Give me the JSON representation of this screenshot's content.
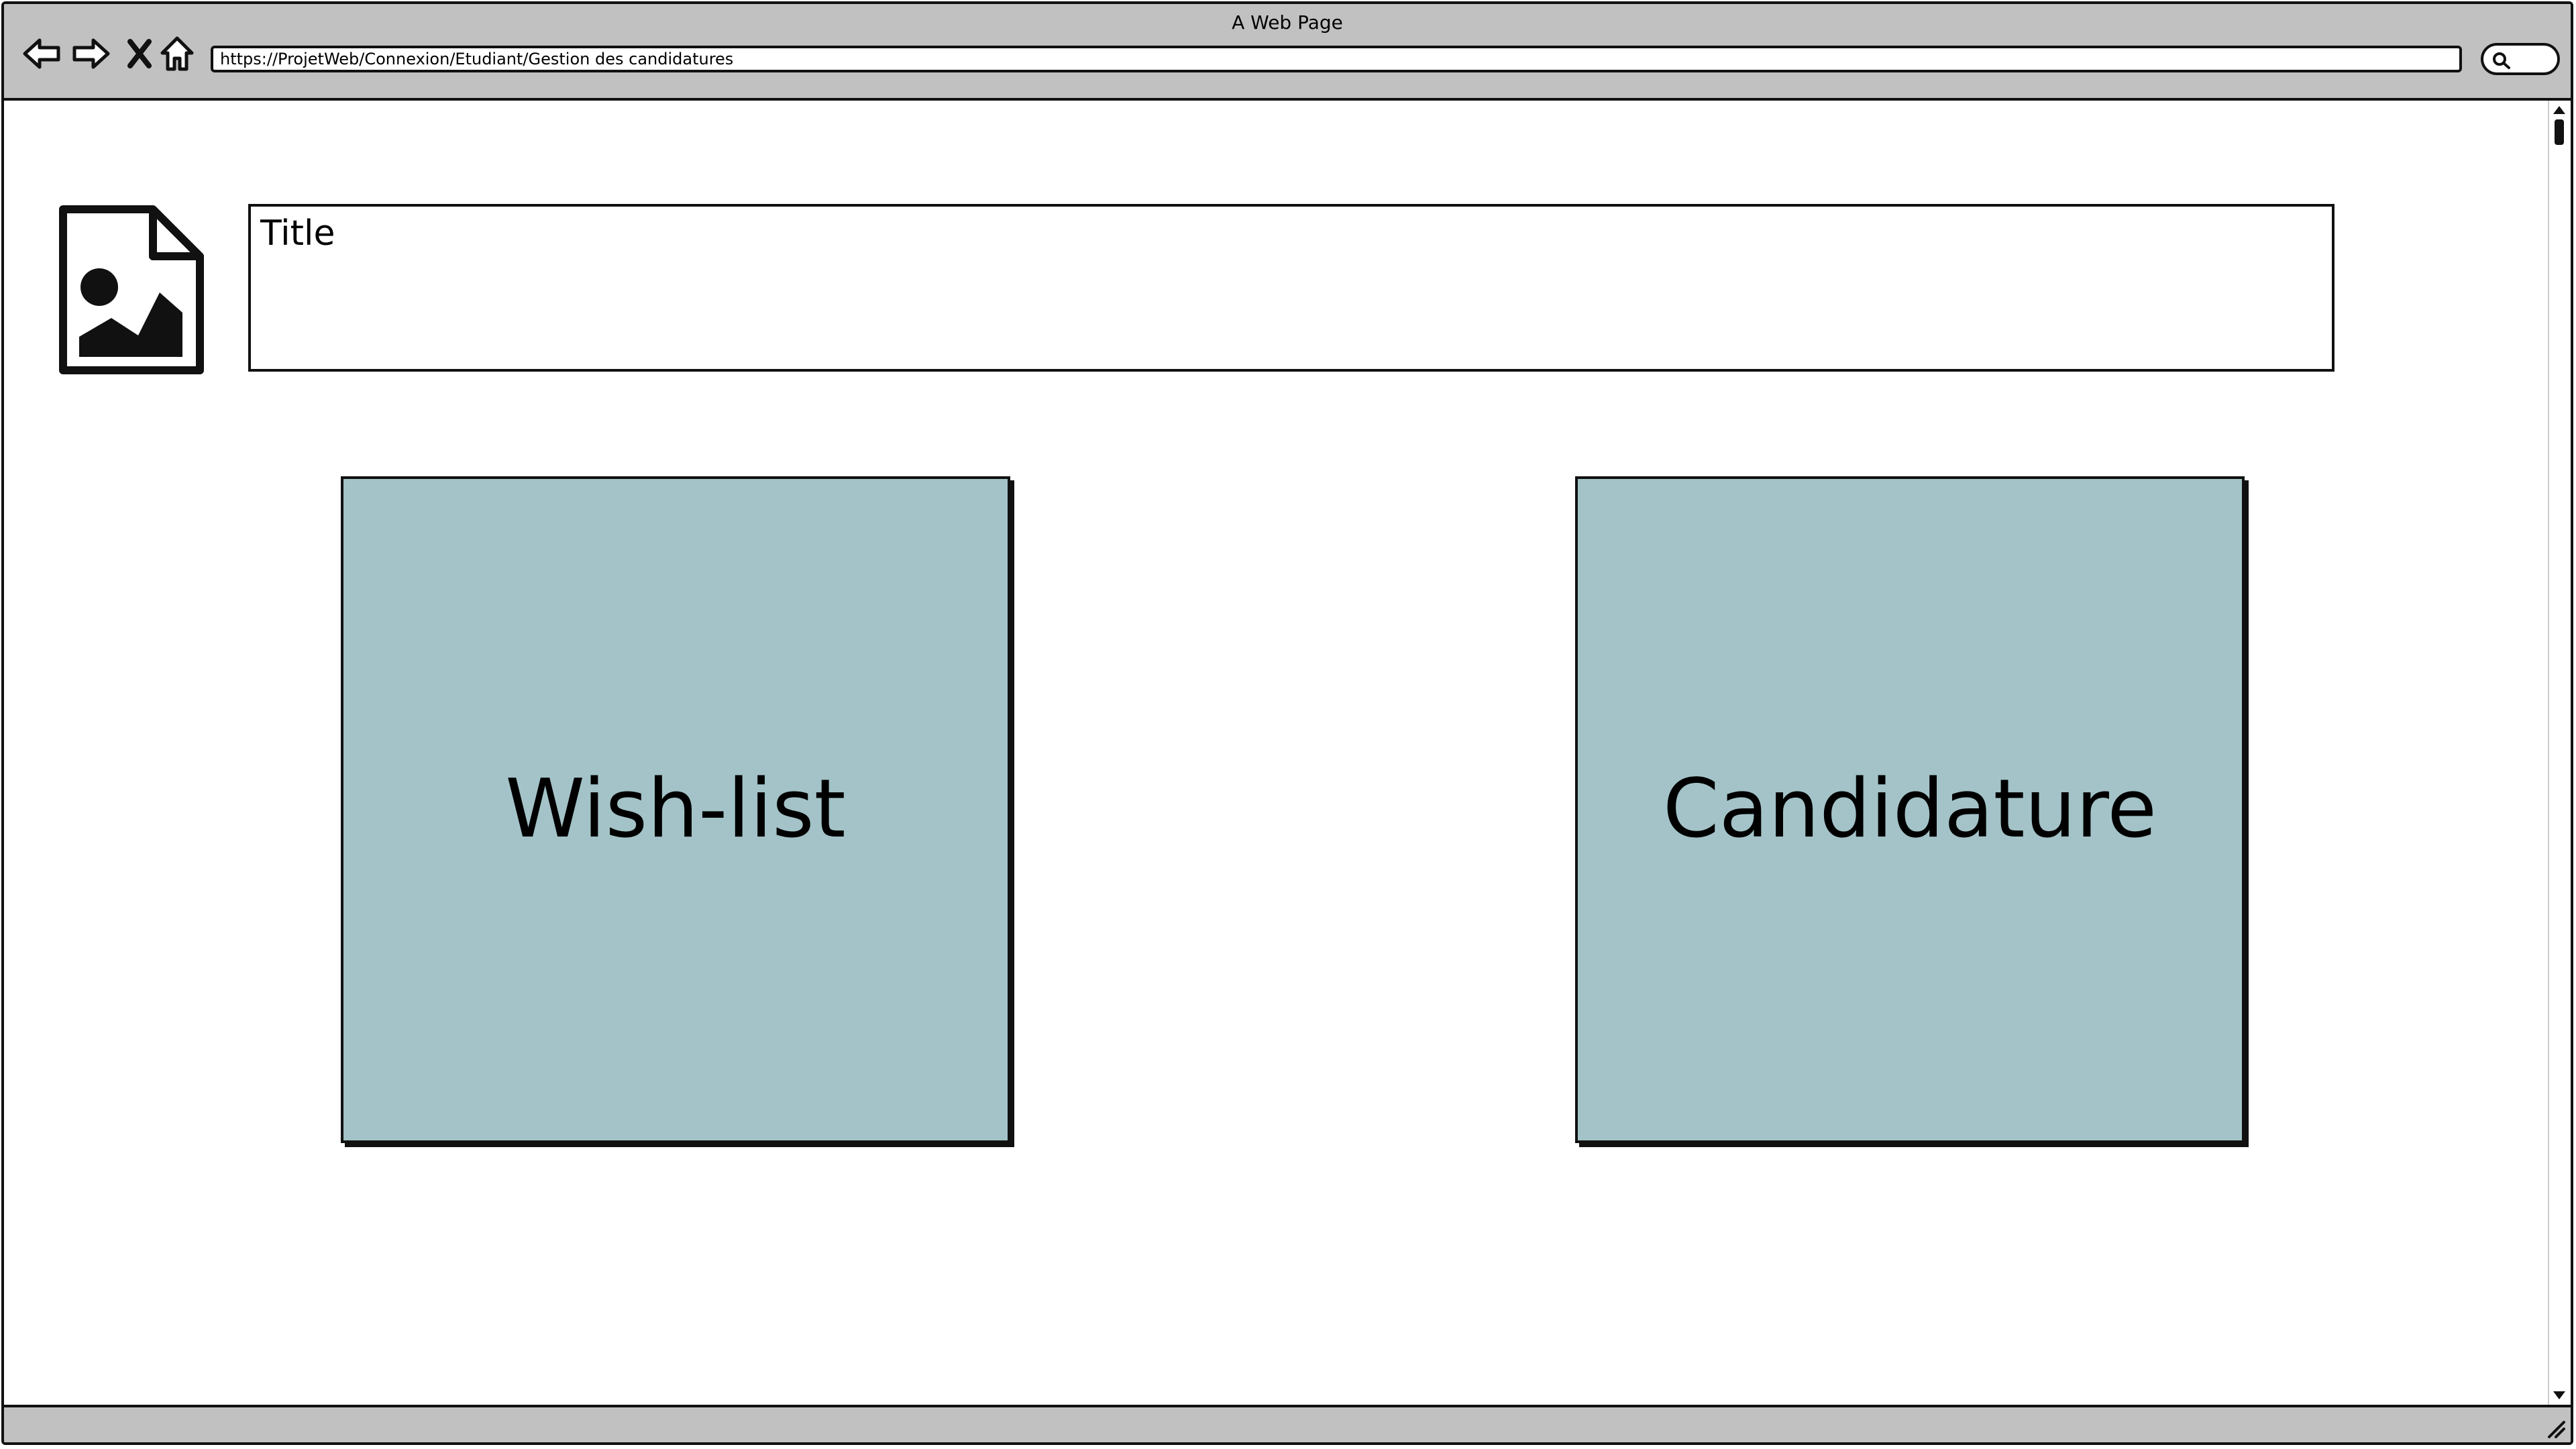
{
  "browser": {
    "window_title": "A Web Page",
    "url": "https://ProjetWeb/Connexion/Etudiant/Gestion des candidatures",
    "nav_icons": [
      "back-arrow-icon",
      "forward-arrow-icon",
      "close-x-icon",
      "home-icon"
    ],
    "search_icon": "search-icon"
  },
  "page": {
    "logo_icon": "image-placeholder-icon",
    "title": "Title",
    "cards": [
      {
        "label": "Wish-list",
        "color": "#a3c3c8"
      },
      {
        "label": "Candidature",
        "color": "#a3c3c8"
      }
    ]
  }
}
